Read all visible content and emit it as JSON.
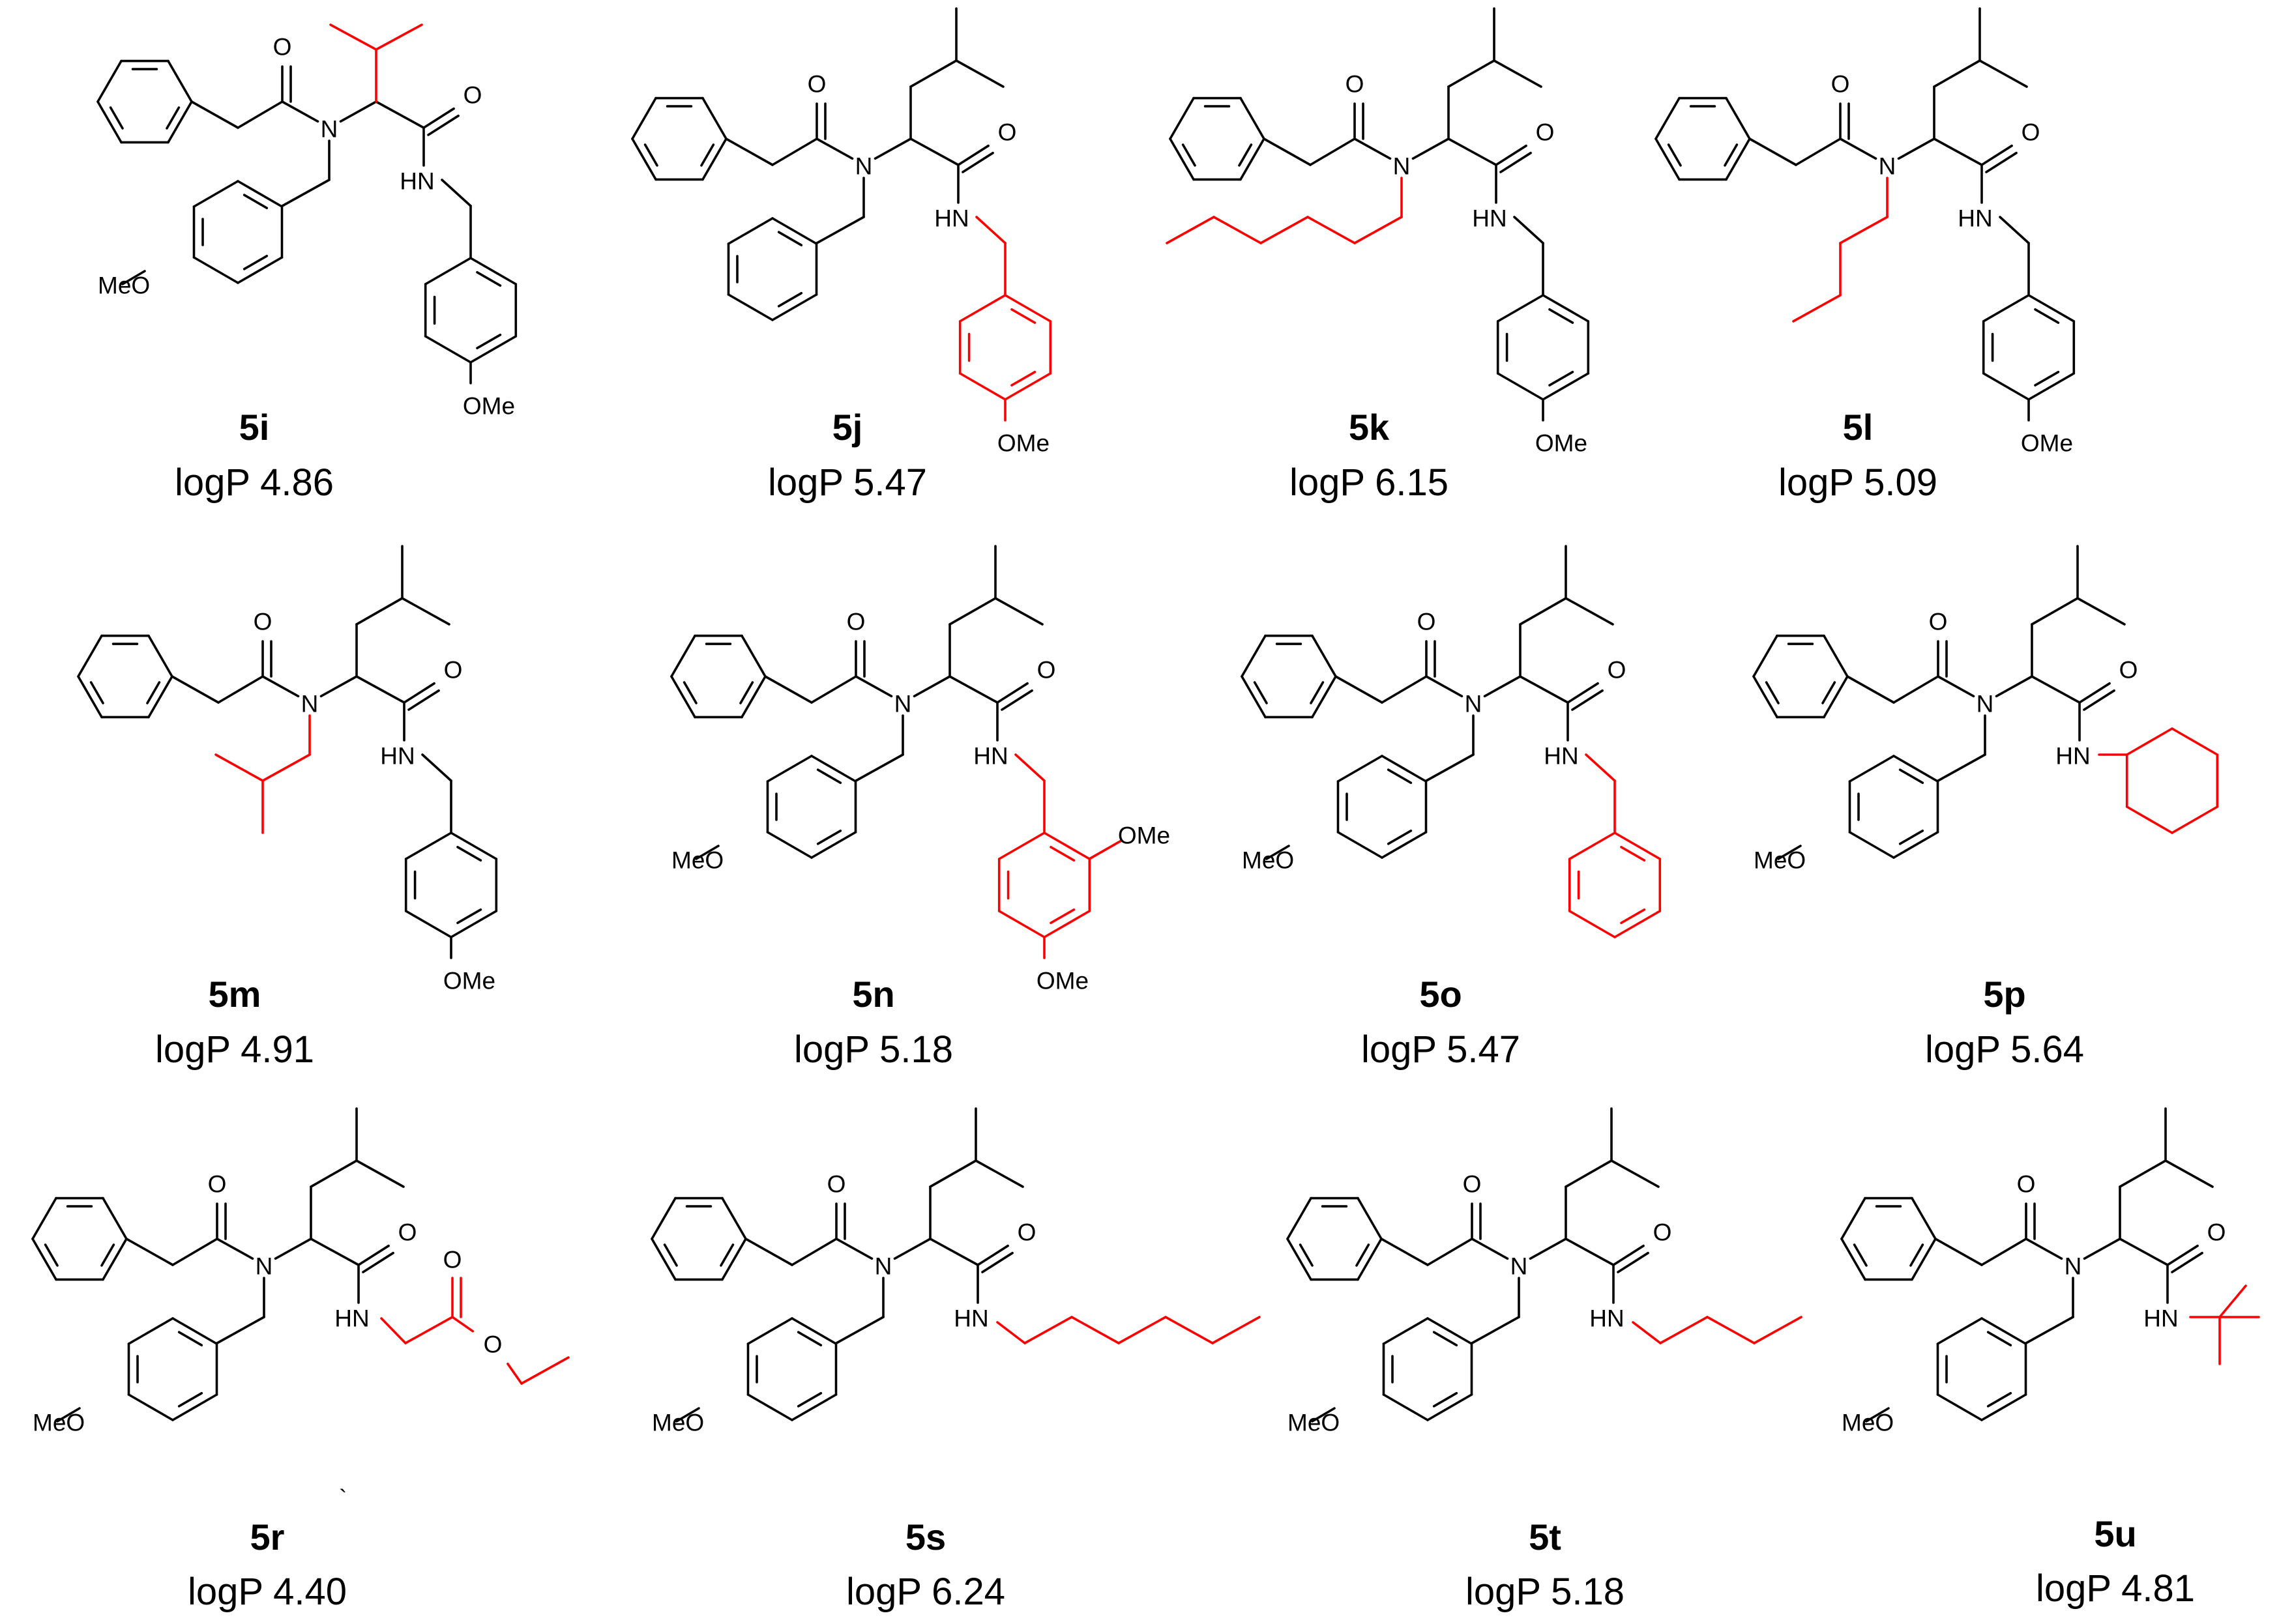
{
  "compounds": [
    {
      "id": "5i",
      "logp_text": "logP 4.86",
      "logp": 4.86,
      "variant": "valine"
    },
    {
      "id": "5j",
      "logp_text": "logP 5.47",
      "logp": 5.47,
      "variant": "nbenzyl"
    },
    {
      "id": "5k",
      "logp_text": "logP 6.15",
      "logp": 6.15,
      "variant": "nhexyl"
    },
    {
      "id": "5l",
      "logp_text": "logP 5.09",
      "logp": 5.09,
      "variant": "nbutyl"
    },
    {
      "id": "5m",
      "logp_text": "logP 4.91",
      "logp": 4.91,
      "variant": "nisobutyl"
    },
    {
      "id": "5n",
      "logp_text": "logP 5.18",
      "logp": 5.18,
      "variant": "dimethoxybenzyl"
    },
    {
      "id": "5o",
      "logp_text": "logP 5.47",
      "logp": 5.47,
      "variant": "benzylamide"
    },
    {
      "id": "5p",
      "logp_text": "logP 5.64",
      "logp": 5.64,
      "variant": "cyclohexylamide"
    },
    {
      "id": "5r",
      "logp_text": "logP 4.40",
      "logp": 4.4,
      "variant": "glycineester"
    },
    {
      "id": "5s",
      "logp_text": "logP 6.24",
      "logp": 6.24,
      "variant": "hexylamide"
    },
    {
      "id": "5t",
      "logp_text": "logP 5.18",
      "logp": 5.18,
      "variant": "butylamide"
    },
    {
      "id": "5u",
      "logp_text": "logP 4.81",
      "logp": 4.81,
      "variant": "tertbutylamide"
    }
  ],
  "atom_labels": {
    "N": "N",
    "O": "O",
    "HN": "HN",
    "MeO": "MeO",
    "OMe": "OMe"
  },
  "stray_mark": "`",
  "colors": {
    "bond": "#000000",
    "highlight": "#ff0000",
    "background": "#ffffff"
  }
}
